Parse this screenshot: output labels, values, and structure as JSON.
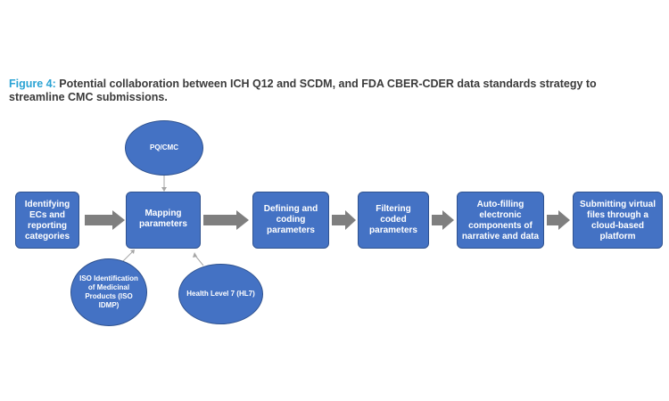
{
  "figure": {
    "label": "Figure 4:",
    "caption": "Potential collaboration between ICH Q12 and SCDM, and FDA CBER-CDER data standards strategy to streamline CMC submissions."
  },
  "process_steps": [
    {
      "id": "identifying",
      "label": "Identifying ECs and reporting categories"
    },
    {
      "id": "mapping",
      "label": "Mapping parameters"
    },
    {
      "id": "defining",
      "label": "Defining and coding parameters"
    },
    {
      "id": "filtering",
      "label": "Filtering coded parameters"
    },
    {
      "id": "autofilling",
      "label": "Auto-filling electronic components of narrative and data"
    },
    {
      "id": "submitting",
      "label": "Submitting virtual files through a cloud-based platform"
    }
  ],
  "inputs": [
    {
      "id": "pqcmc",
      "label": "PQ/CMC"
    },
    {
      "id": "iso-idmp",
      "label": "ISO Identification of Medicinal Products (ISO IDMP)"
    },
    {
      "id": "hl7",
      "label": "Health Level 7 (HL7)"
    }
  ],
  "colors": {
    "box_fill": "#4472c4",
    "box_border": "#2f528f",
    "arrow": "#7f7f7f",
    "caption_label": "#2aa3d4",
    "caption_text": "#3a3a3a"
  }
}
